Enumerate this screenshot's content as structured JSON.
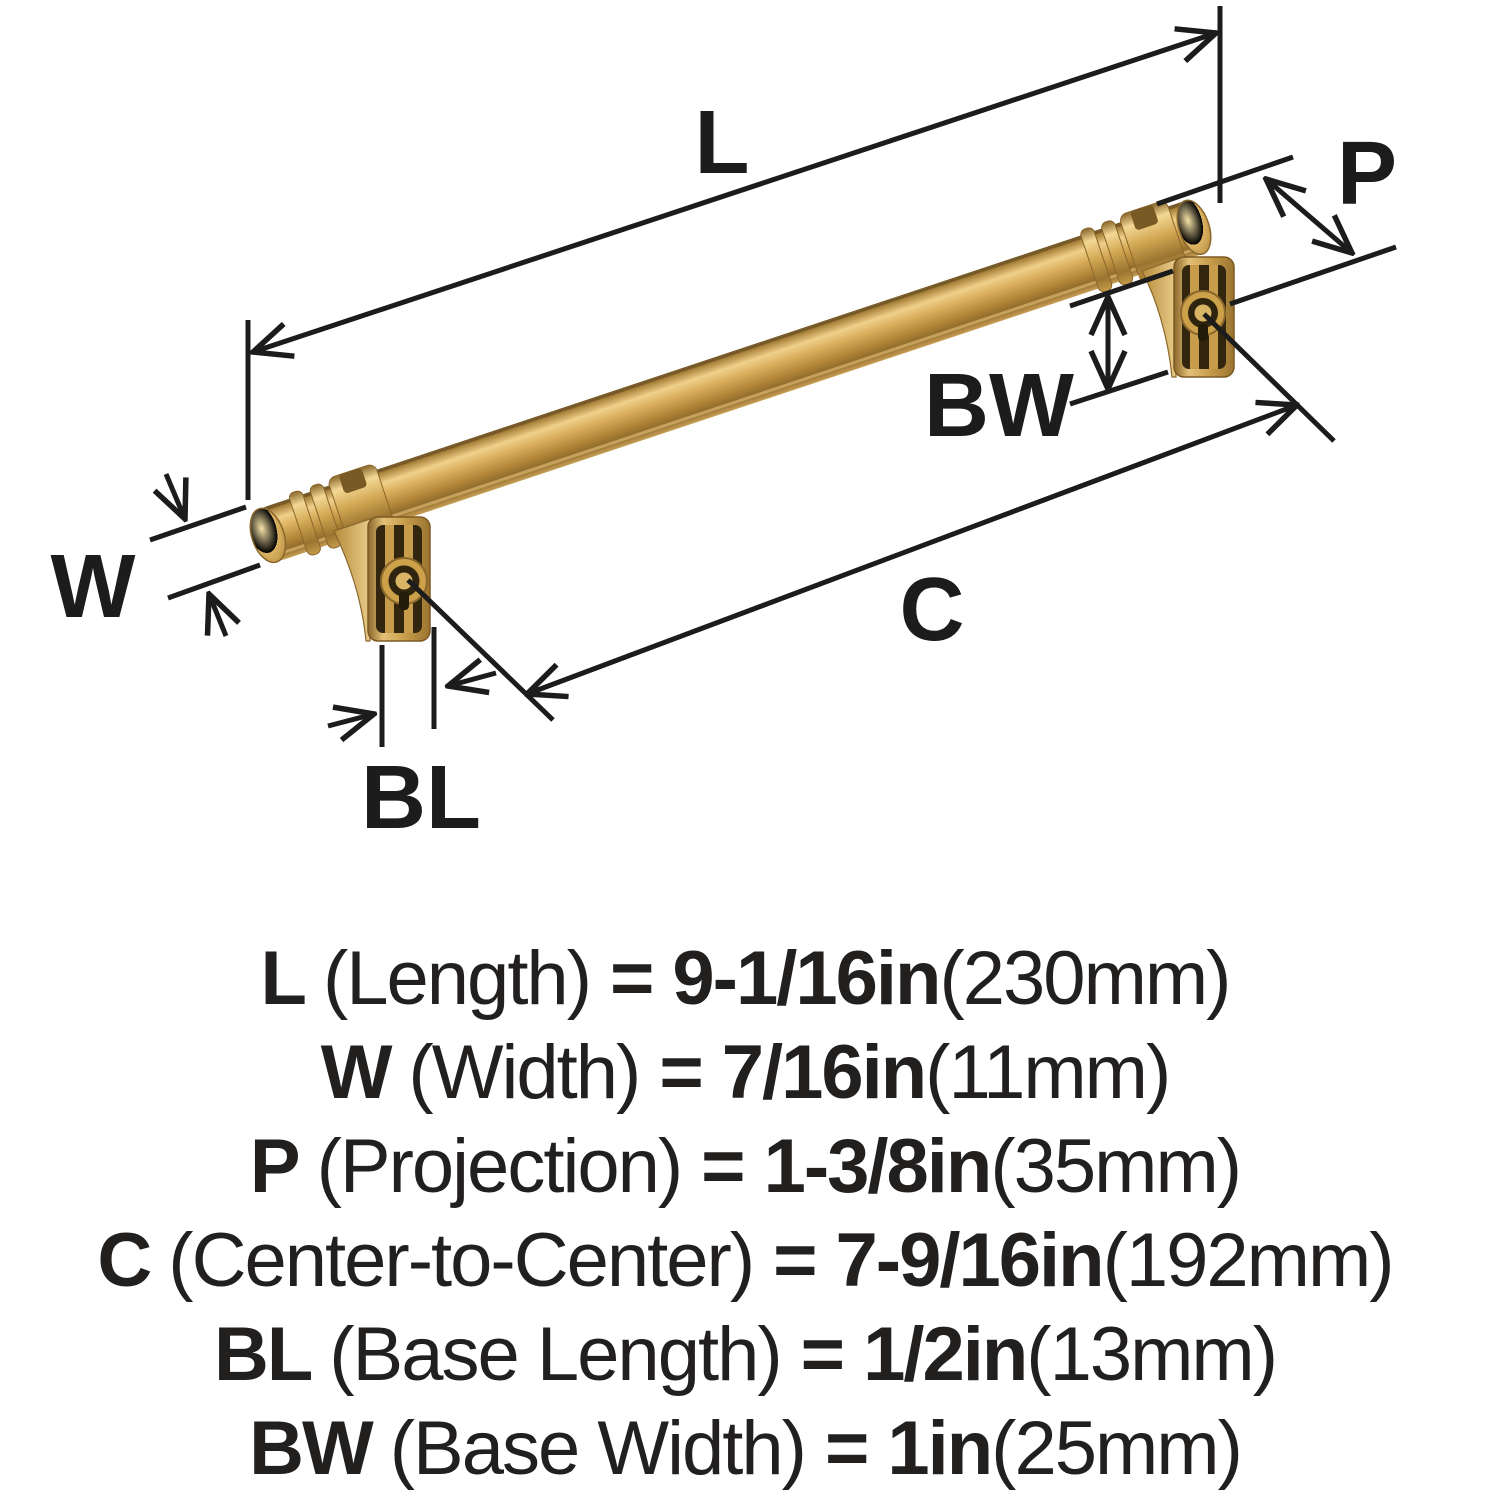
{
  "diagram": {
    "labels": {
      "length": "L",
      "width": "W",
      "projection": "P",
      "center": "C",
      "base_length": "BL",
      "base_width": "BW"
    }
  },
  "legend": {
    "rows": [
      {
        "letter": "L",
        "name": "(Length)",
        "eq": "=",
        "value": "9-1/16in",
        "metric": "(230mm)"
      },
      {
        "letter": "W",
        "name": "(Width)",
        "eq": "=",
        "value": "7/16in",
        "metric": "(11mm)"
      },
      {
        "letter": "P",
        "name": "(Projection)",
        "eq": "=",
        "value": "1-3/8in",
        "metric": "(35mm)"
      },
      {
        "letter": "C",
        "name": "(Center-to-Center)",
        "eq": "=",
        "value": "7-9/16in",
        "metric": "(192mm)"
      },
      {
        "letter": "BL",
        "name": "(Base Length)",
        "eq": "=",
        "value": "1/2in",
        "metric": "(13mm)"
      },
      {
        "letter": "BW",
        "name": "(Base Width)",
        "eq": "=",
        "value": "1in",
        "metric": "(25mm)"
      }
    ]
  },
  "colors": {
    "brass_gold": "#c79c4a",
    "brass_highlight": "#f0d08a",
    "brass_shadow": "#7a5c26",
    "line_color": "#1c1c1c",
    "background": "#ffffff"
  },
  "product": {
    "type_note": "drawer pull bar handle side view with mounting posts"
  }
}
